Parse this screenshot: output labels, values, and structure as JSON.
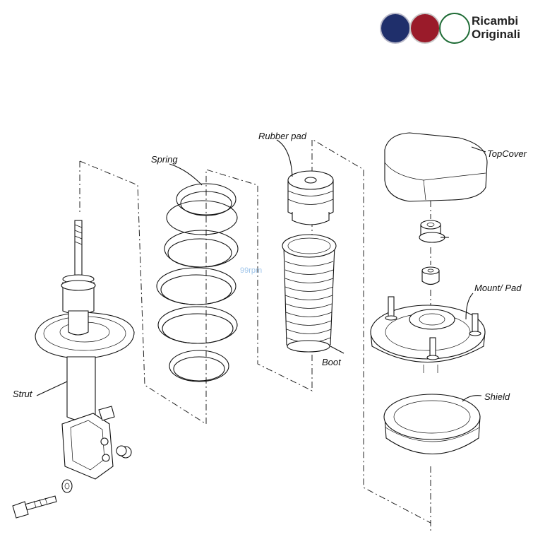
{
  "brand": {
    "line1": "Ricambi",
    "line2": "Originali",
    "logos": [
      "lancia-logo",
      "fiat-logo",
      "alfa-romeo-logo"
    ],
    "colors": {
      "lancia": "#1f2f6b",
      "fiat": "#9a1b2a",
      "alfa": "#1e6b35"
    }
  },
  "labels": {
    "rubber_pad": "Rubber pad",
    "spring": "Spring",
    "top_cover": "TopCover",
    "mount_pad": "Mount/ Pad",
    "shield": "Shield",
    "boot": "Boot",
    "strut": "Strut"
  },
  "watermark": "99rpm"
}
